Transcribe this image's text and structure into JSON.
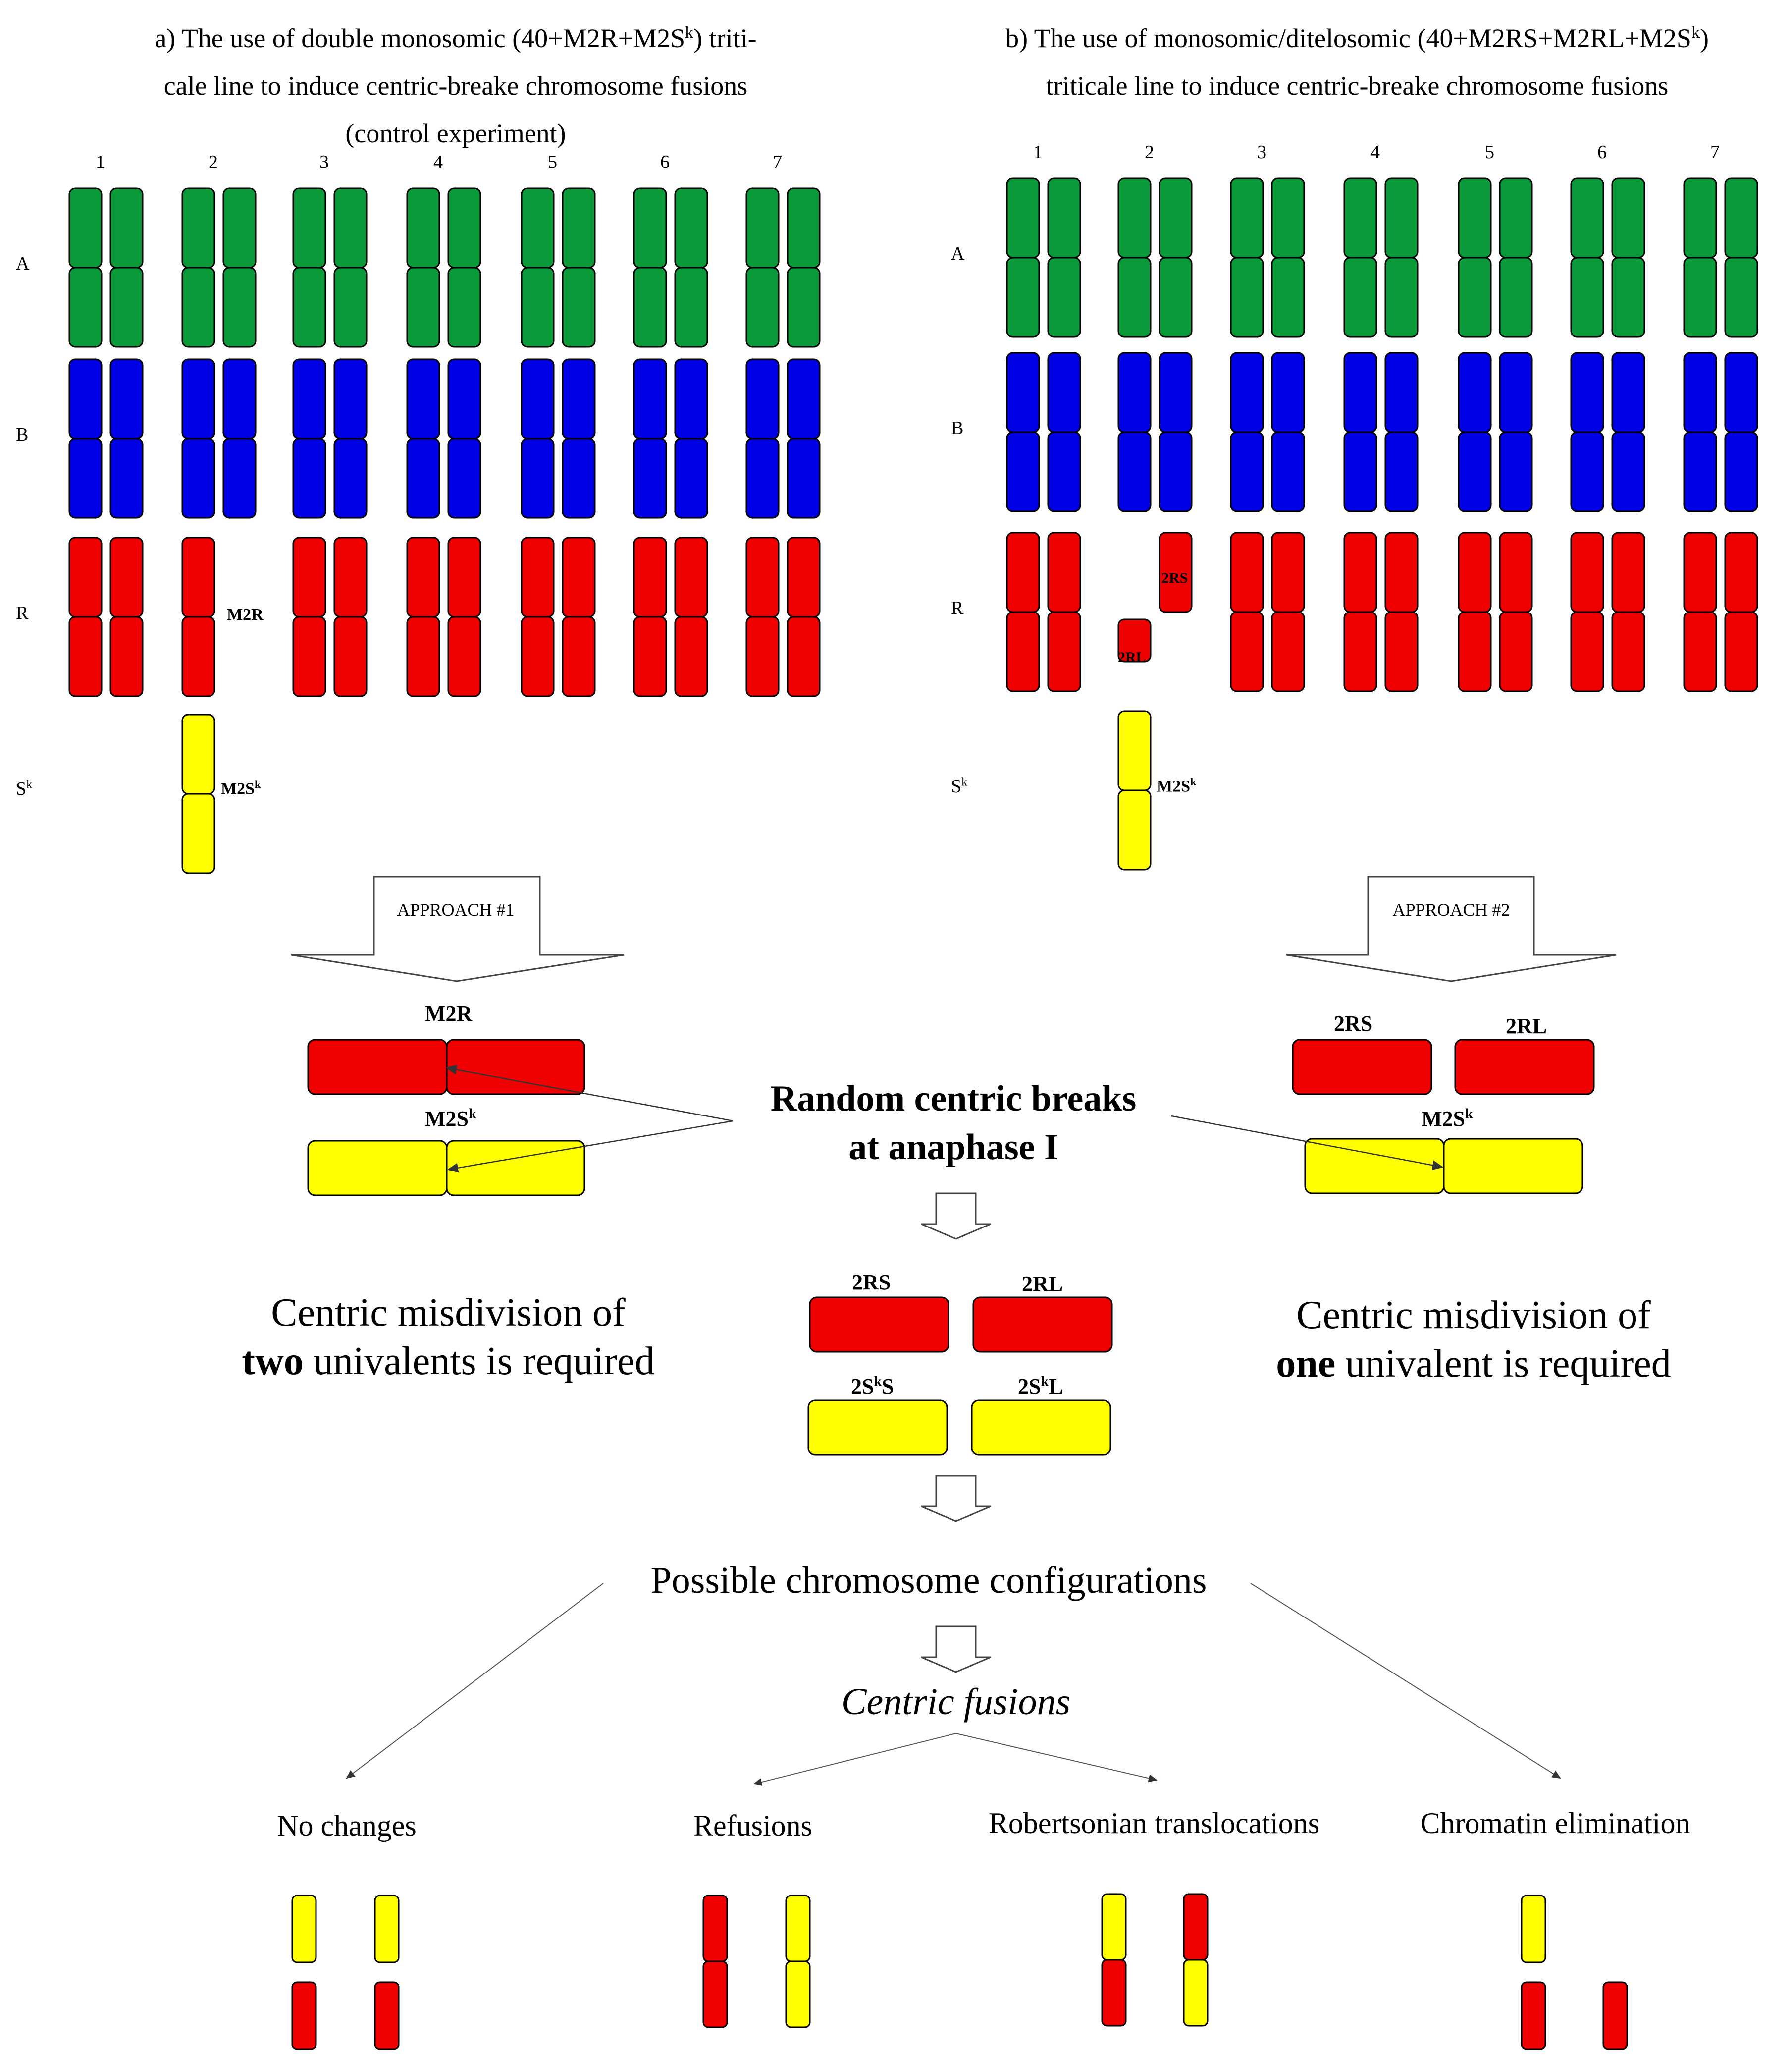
{
  "panels": [
    {
      "title_line1_pre": "a) The use of  double monosomic (40+M2R+M2S",
      "title_line1_sup": "k",
      "title_line1_post": ") triti-",
      "title_line2": "cale line to induce centric-breake chromosome fusions",
      "title_line3": "(control experiment)",
      "approach": "APPROACH #1",
      "misdivision_line1": "Centric misdivision of",
      "misdivision_bold": "two",
      "misdivision_rest": " univalents is required"
    },
    {
      "title_line1_pre": "b) The use of  monosomic/ditelosomic (40+M2RS+M2RL+M2S",
      "title_line1_sup": "k",
      "title_line1_post": ")",
      "title_line2": "triticale line to induce centric-breake chromosome fusions",
      "title_line3": "",
      "approach": "APPROACH #2",
      "misdivision_line1": "Centric misdivision of",
      "misdivision_bold": "one",
      "misdivision_rest": " univalent is required"
    }
  ],
  "columns": [
    "1",
    "2",
    "3",
    "4",
    "5",
    "6",
    "7"
  ],
  "genomes": [
    {
      "label": "A",
      "color": "#0a9a3a"
    },
    {
      "label": "B",
      "color": "#0000e6"
    },
    {
      "label": "R",
      "color": "#f00000"
    },
    {
      "label": "S",
      "sup": "k",
      "color": "#ffff00"
    }
  ],
  "chrom_labels": {
    "m2r": "M2R",
    "m2s": "M2S",
    "sup_k": "k",
    "rs": "2RS",
    "rl": "2RL"
  },
  "center": {
    "heading_line1": "Random centric breaks",
    "heading_line2": "at anaphase I",
    "product_2rs": "2RS",
    "product_2rl": "2RL",
    "product_2sks": "2S",
    "product_2sks_sup": "k",
    "product_2sks_suffix": "S",
    "product_2skl": "2S",
    "product_2skl_sup": "k",
    "product_2skl_suffix": "L",
    "configurations": "Possible chromosome configurations",
    "centric_fusions": "Centric fusions"
  },
  "outcomes": [
    "No changes",
    "Refusions",
    "Robertsonian translocations",
    "Chromatin elimination"
  ]
}
